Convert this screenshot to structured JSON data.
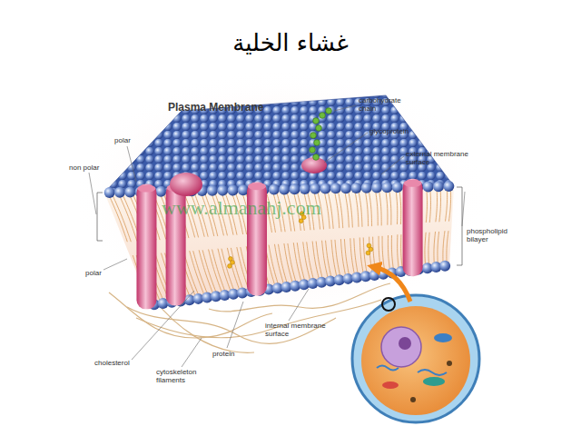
{
  "diagram": {
    "title": "غشاء الخلية",
    "labels": [
      "Plasma Membrane",
      "carbohydrate chain",
      "glycoprotein",
      "polar",
      "external membrane surface",
      "non polar",
      "phospholipid bilayer",
      "www.almanahj.com",
      "polar",
      "internal membrane surface",
      "protein",
      "cholesterol",
      "cytoskeleton filaments"
    ]
  }
}
